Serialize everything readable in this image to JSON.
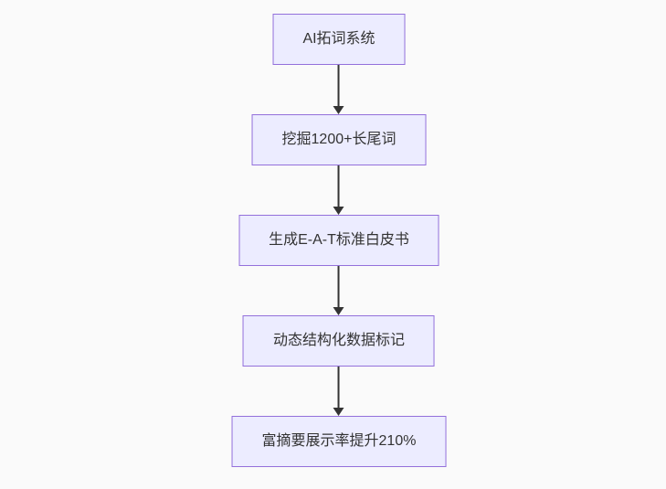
{
  "flowchart": {
    "title": "SEO AI flow diagram",
    "background_color": "#fafafa",
    "node_fill_color": "#ececff",
    "node_border_color": "#9370db",
    "arrow_color": "#333333",
    "text_color": "#333333",
    "steps": [
      {
        "label": "AI拓词系统"
      },
      {
        "label": "挖掘1200+长尾词"
      },
      {
        "label": "生成E-A-T标准白皮书"
      },
      {
        "label": "动态结构化数据标记"
      },
      {
        "label": "富摘要展示率提升210%"
      }
    ]
  }
}
